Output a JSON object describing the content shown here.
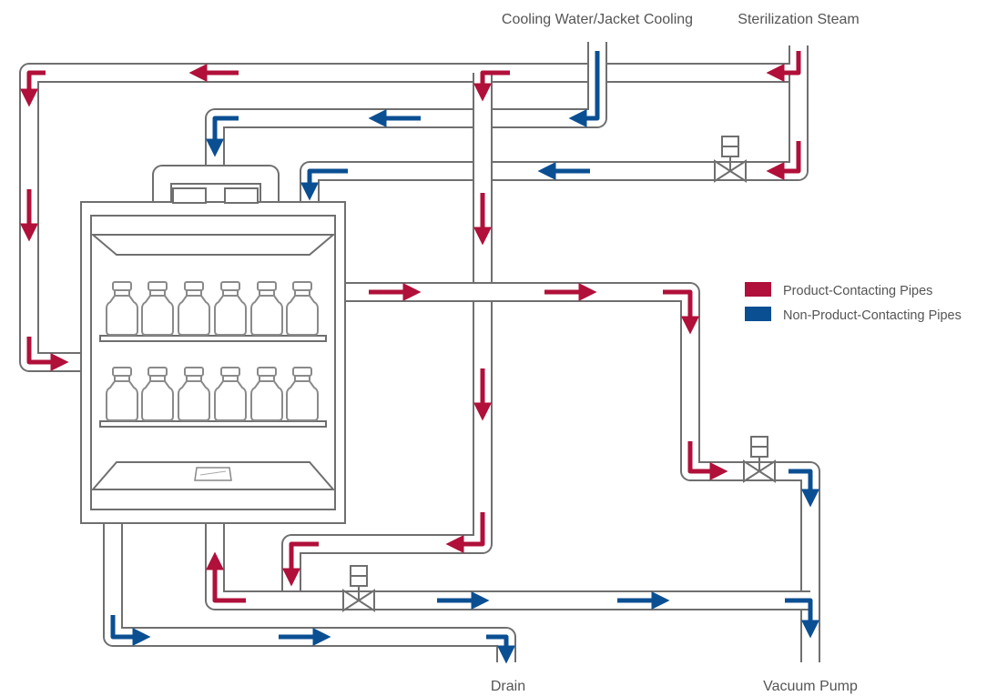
{
  "labels": {
    "cooling": "Cooling Water/Jacket Cooling",
    "steam": "Sterilization Steam",
    "drain": "Drain",
    "vacuum": "Vacuum Pump"
  },
  "legend": [
    {
      "label": "Product-Contacting Pipes",
      "color": "#b0103a"
    },
    {
      "label": "Non-Product-Contacting Pipes",
      "color": "#0b4f93"
    }
  ],
  "colors": {
    "product": "#b0103a",
    "non_product": "#0b4f93",
    "pipe": "#6f6f6f"
  }
}
